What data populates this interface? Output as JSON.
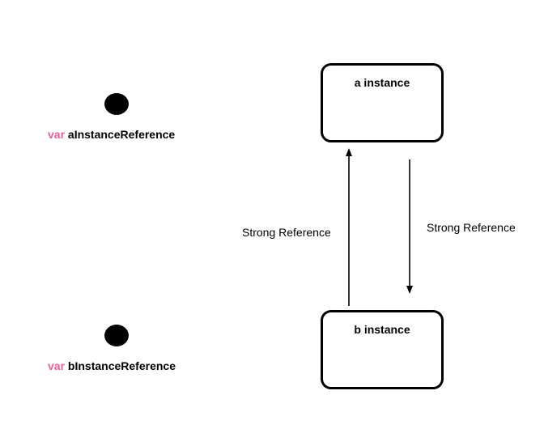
{
  "variables": [
    {
      "keyword": "var",
      "name": "aInstanceReference"
    },
    {
      "keyword": "var",
      "name": "bInstanceReference"
    }
  ],
  "nodes": [
    {
      "title": "a instance"
    },
    {
      "title": "b instance"
    }
  ],
  "edges": [
    {
      "from": "b instance",
      "to": "a instance",
      "label": "Strong Reference"
    },
    {
      "from": "a instance",
      "to": "b instance",
      "label": "Strong Reference"
    }
  ],
  "colors": {
    "keyword": "#e8609a",
    "stroke": "#000000",
    "background": "#ffffff"
  }
}
